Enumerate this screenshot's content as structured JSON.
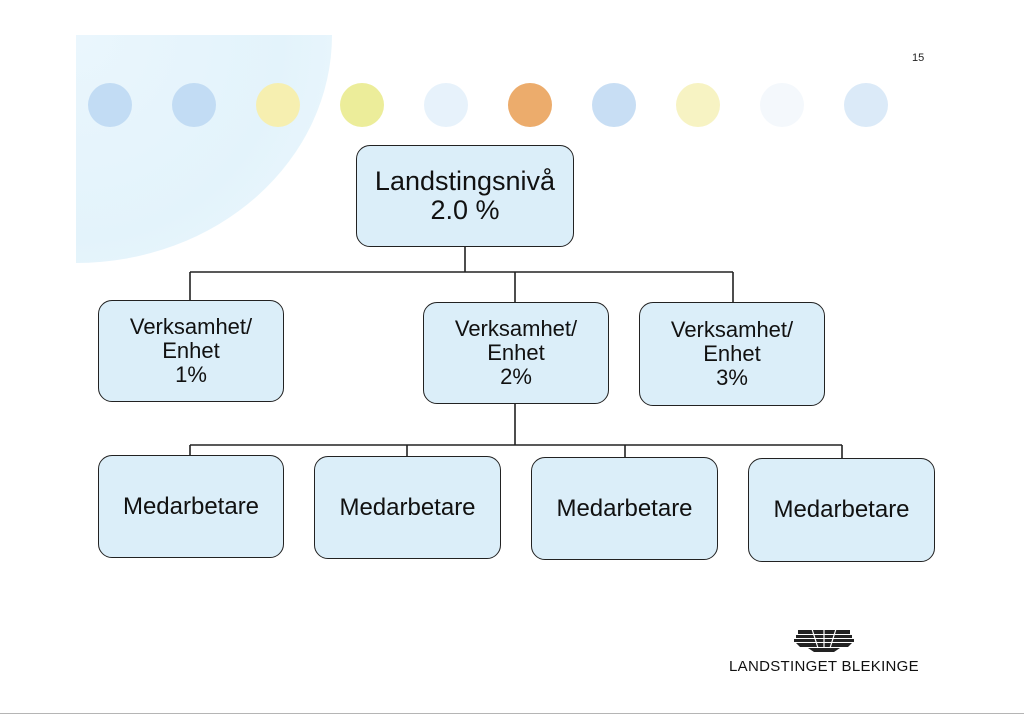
{
  "page_number": "15",
  "decor": {
    "dot_colors": [
      "#c2dcf4",
      "#c2dcf4",
      "#f6efb0",
      "#eced9a",
      "#e7f2fb",
      "#ecac6c",
      "#c8def4",
      "#f7f3c3",
      "#f4f8fc",
      "#dbeaf8"
    ]
  },
  "diagram": {
    "root": {
      "lines": [
        "Landstingsnivå",
        "2.0 %"
      ]
    },
    "units": [
      {
        "lines": [
          "Verksamhet/",
          "Enhet",
          "1%"
        ]
      },
      {
        "lines": [
          "Verksamhet/",
          "Enhet",
          "2%"
        ]
      },
      {
        "lines": [
          "Verksamhet/",
          "Enhet",
          "3%"
        ]
      }
    ],
    "employees": [
      {
        "label": "Medarbetare"
      },
      {
        "label": "Medarbetare"
      },
      {
        "label": "Medarbetare"
      },
      {
        "label": "Medarbetare"
      }
    ]
  },
  "logo": {
    "text": "LANDSTINGET BLEKINGE",
    "icon": "landstinget-ship-icon",
    "color": "#222222"
  },
  "colors": {
    "node_fill": "#dbeef9",
    "node_border": "#222222",
    "connector": "#222222"
  }
}
